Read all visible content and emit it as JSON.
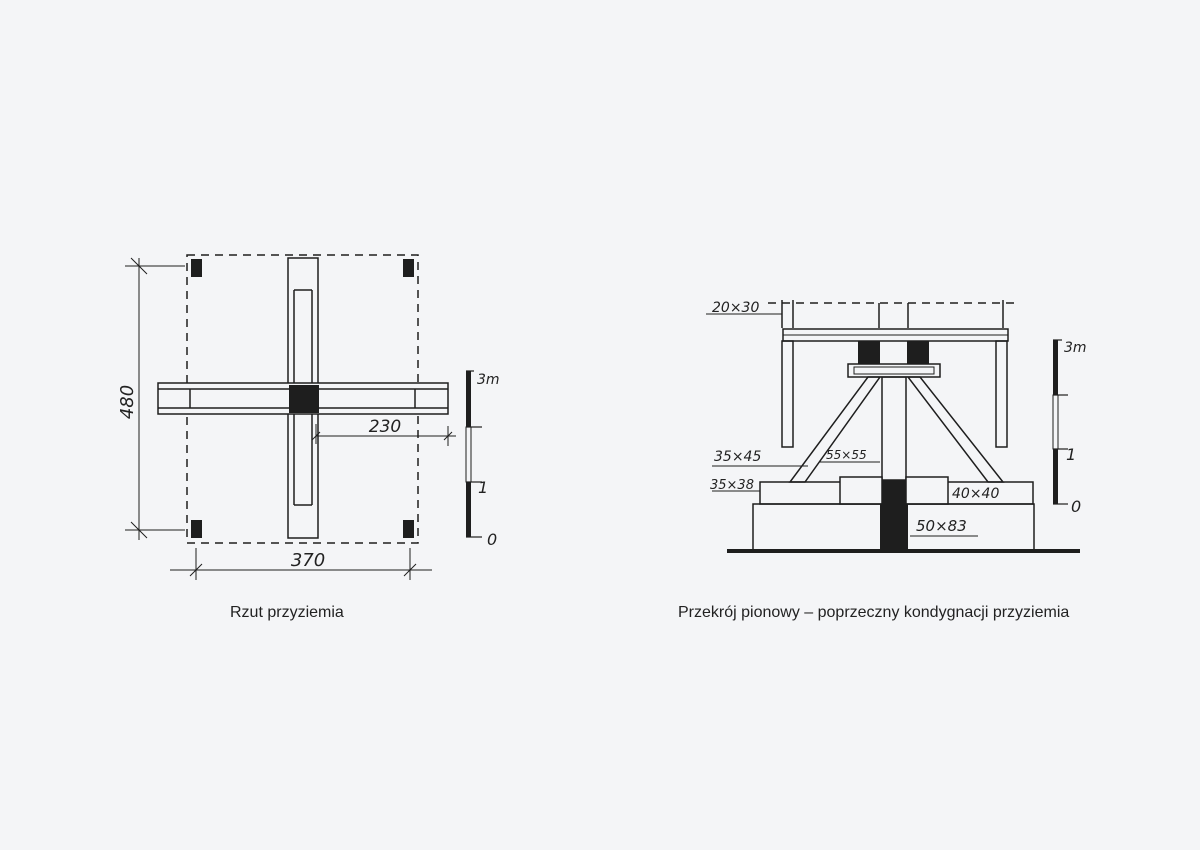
{
  "plan": {
    "caption": "Rzut przyziemia",
    "dim_vertical": "480",
    "dim_horizontal": "370",
    "dim_arm": "230",
    "scale": {
      "top": "3m",
      "mid": "1",
      "bottom": "0"
    }
  },
  "section": {
    "caption": "Przekrój pionowy – poprzeczny kondygnacji przyziemia",
    "labels": {
      "beam": "20×30",
      "strut": "35×45",
      "brace": "55×55",
      "sill": "35×38",
      "block": "40×40",
      "footing": "50×83"
    },
    "scale": {
      "top": "3m",
      "mid": "1",
      "bottom": "0"
    }
  },
  "colors": {
    "ink": "#1e1e1e",
    "paper": "#f4f5f7"
  }
}
